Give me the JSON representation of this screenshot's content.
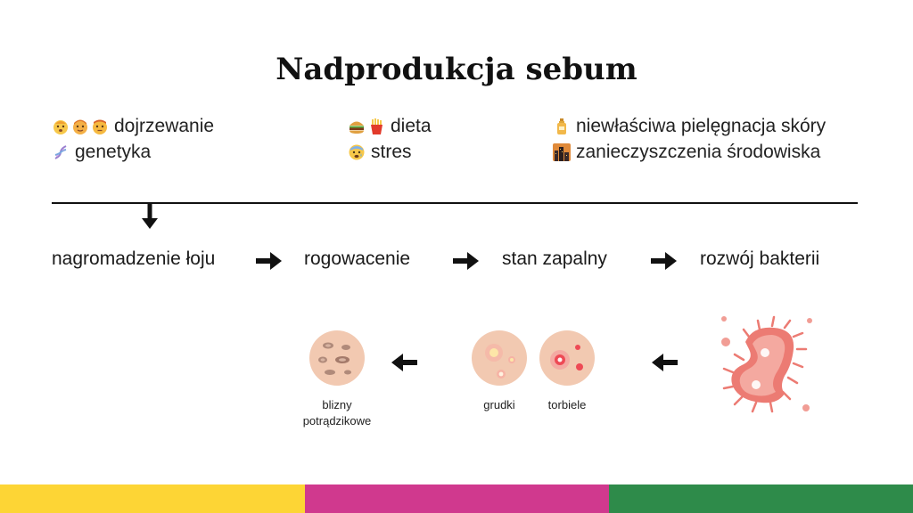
{
  "title": "Nadprodukcja sebum",
  "factors": {
    "col1": [
      {
        "label": "dojrzewanie",
        "icon": "faces-emoji-icon"
      },
      {
        "label": "genetyka",
        "icon": "dna-icon"
      }
    ],
    "col2": [
      {
        "label": "dieta",
        "icon": "burger-fries-icon"
      },
      {
        "label": "stres",
        "icon": "anxious-face-icon"
      }
    ],
    "col3": [
      {
        "label": "niewłaściwa pielęgnacja skóry",
        "icon": "lotion-bottle-icon"
      },
      {
        "label": "zanieczyszczenia środowiska",
        "icon": "city-dusk-icon"
      }
    ]
  },
  "steps": [
    "nagromadzenie łoju",
    "rogowacenie",
    "stan zapalny",
    "rozwój bakterii"
  ],
  "results": {
    "scars_line1": "blizny",
    "scars_line2": "potrądzikowe",
    "papules": "grudki",
    "cysts": "torbiele"
  },
  "colors": {
    "band_yellow": "#fdd535",
    "band_magenta": "#d0398e",
    "band_green": "#2e8b4a",
    "bacteria": "#ec7b73",
    "skin": "#f2c9b1"
  }
}
